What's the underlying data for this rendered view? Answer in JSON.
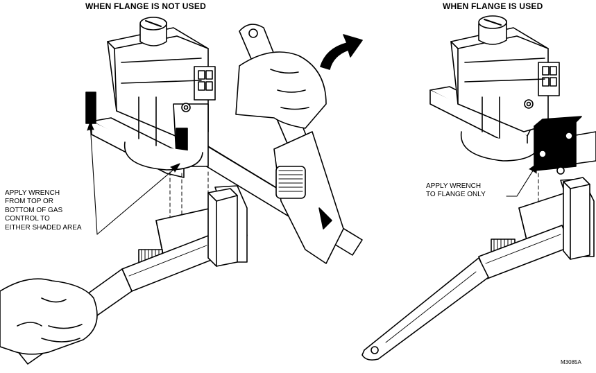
{
  "headings": {
    "left": "WHEN FLANGE IS NOT USED",
    "right": "WHEN FLANGE IS USED"
  },
  "callouts": {
    "left": [
      "APPLY WRENCH",
      "FROM TOP OR",
      "BOTTOM OF GAS",
      "CONTROL TO",
      "EITHER SHADED AREA"
    ],
    "right": [
      "APPLY WRENCH",
      "TO FLANGE ONLY"
    ]
  },
  "figure_code": "M3085A",
  "icons": {
    "gas-valve": "gas-control-valve-icon",
    "wrench": "adjustable-wrench-icon",
    "pipe-wrench": "pipe-wrench-icon",
    "hand": "hand-icon",
    "arrow": "rotation-arrow-icon"
  }
}
